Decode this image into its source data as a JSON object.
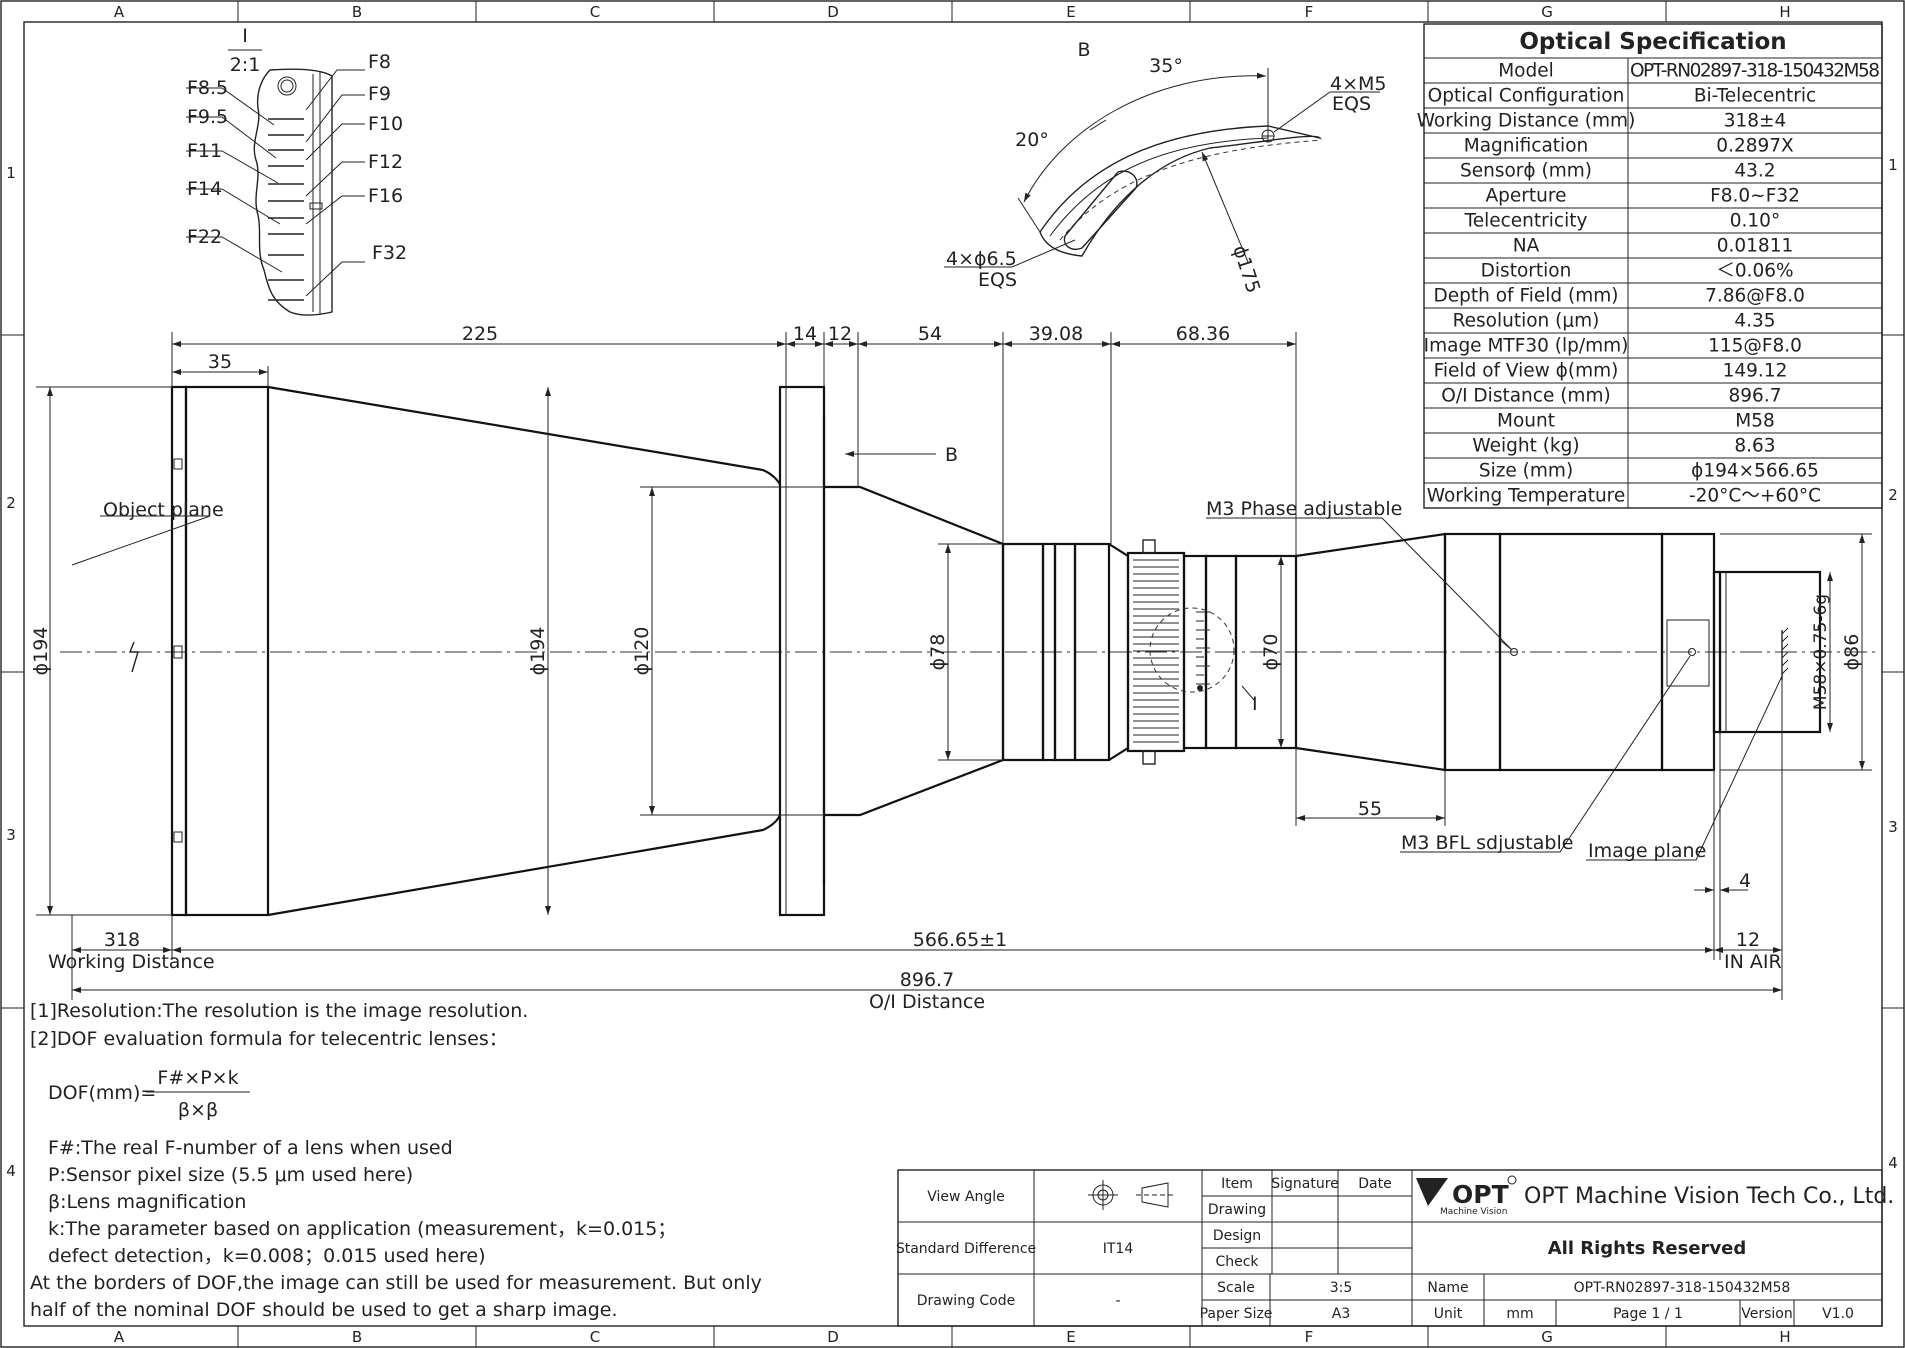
{
  "grid": {
    "columns": [
      "A",
      "B",
      "C",
      "D",
      "E",
      "F",
      "G",
      "H"
    ],
    "rows": [
      "1",
      "2",
      "3",
      "4"
    ]
  },
  "spec_table": {
    "title": "Optical Specification",
    "rows": [
      {
        "label": "Model",
        "value": "OPT-RN02897-318-150432M58"
      },
      {
        "label": "Optical Configuration",
        "value": "Bi-Telecentric"
      },
      {
        "label": "Working Distance (mm)",
        "value": "318±4"
      },
      {
        "label": "Magnification",
        "value": "0.2897X"
      },
      {
        "label": "Sensorϕ (mm)",
        "value": "43.2"
      },
      {
        "label": "Aperture",
        "value": "F8.0~F32"
      },
      {
        "label": "Telecentricity",
        "value": "0.10°"
      },
      {
        "label": "NA",
        "value": "0.01811"
      },
      {
        "label": "Distortion",
        "value": "＜0.06%"
      },
      {
        "label": "Depth of Field (mm)",
        "value": "7.86@F8.0"
      },
      {
        "label": "Resolution (μm)",
        "value": "4.35"
      },
      {
        "label": "Image MTF30 (lp/mm)",
        "value": "115@F8.0"
      },
      {
        "label": "Field of View ϕ(mm)",
        "value": "149.12"
      },
      {
        "label": "O/I Distance (mm)",
        "value": "896.7"
      },
      {
        "label": "Mount",
        "value": "M58"
      },
      {
        "label": "Weight (kg)",
        "value": "8.63"
      },
      {
        "label": "Size (mm)",
        "value": "ϕ194×566.65"
      },
      {
        "label": "Working Temperature",
        "value": "-20°C～+60°C"
      }
    ]
  },
  "detail_i": {
    "title": "I",
    "scale": "2:1",
    "labels": [
      "F8",
      "F8.5",
      "F9",
      "F9.5",
      "F10",
      "F11",
      "F12",
      "F14",
      "F16",
      "F22",
      "F32"
    ]
  },
  "detail_b": {
    "title": "B",
    "angle_35": "35°",
    "angle_20": "20°",
    "m5": "4×M5",
    "m5_eqs": "EQS",
    "hole": "4×ϕ6.5",
    "hole_eqs": "EQS",
    "dia": "ϕ175"
  },
  "dimensions": {
    "d225": "225",
    "d35": "35",
    "d14": "14",
    "d12": "12",
    "d54": "54",
    "d3908": "39.08",
    "d6836": "68.36",
    "d55": "55",
    "d4": "4",
    "d318": "318",
    "d56665": "566.65±1",
    "d12b": "12",
    "d8967": "896.7",
    "phi194a": "ϕ194",
    "phi194b": "ϕ194",
    "phi120": "ϕ120",
    "phi78": "ϕ78",
    "phi70": "ϕ70",
    "phi86": "ϕ86",
    "thread": "M58×0.75-6g",
    "view_b": "B",
    "detail_i_mark": "I"
  },
  "callouts": {
    "object_plane": "Object plane",
    "m3_phase": "M3 Phase adjustable",
    "m3_bfl": "M3 BFL sdjustable",
    "image_plane": "Image plane",
    "working_distance": "Working Distance",
    "in_air": "IN AIR",
    "oi_distance": "O/I Distance"
  },
  "notes": {
    "n1": "[1]Resolution:The resolution is  the image resolution.",
    "n2": "[2]DOF evaluation formula for telecentric lenses：",
    "formula_lhs": "DOF(mm)=",
    "formula_num": "F#×P×k",
    "formula_den": "β×β",
    "f_hash": "F#:The real F-number of a lens when used",
    "p": "P:Sensor pixel size (5.5 μm used here)",
    "beta": "β:Lens magnification",
    "k1": "k:The parameter based on application (measurement，k=0.015；",
    "k2": "defect detection，k=0.008；0.015 used here)",
    "border1": "At the borders of DOF,the image can still be used for measurement. But only",
    "border2": "half of the nominal DOF should be used to get a sharp image."
  },
  "title_block": {
    "view_angle": "View Angle",
    "standard_difference": "Standard Difference",
    "tolerance": "IT14",
    "drawing_code": "Drawing Code",
    "drawing_code_value": "-",
    "item": "Item",
    "signature": "Signature",
    "date": "Date",
    "drawing": "Drawing",
    "design": "Design",
    "check": "Check",
    "scale": "Scale",
    "scale_value": "3:5",
    "paper_size": "Paper Size",
    "paper_value": "A3",
    "logo": "OPT",
    "logo_sub": "Machine Vision",
    "company": "OPT Machine Vision Tech Co., Ltd.",
    "rights": "All Rights Reserved",
    "name_label": "Name",
    "name_value": "OPT-RN02897-318-150432M58",
    "unit_label": "Unit",
    "unit_value": "mm",
    "page": "Page  1 / 1",
    "version_label": "Version",
    "version_value": "V1.0"
  }
}
